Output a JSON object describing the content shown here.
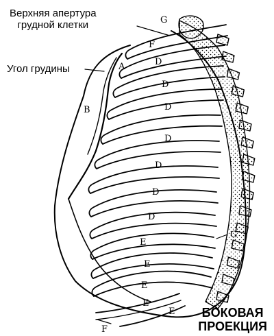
{
  "labels": {
    "upper_aperture": [
      "Верхняя апертура",
      "грудной клетки"
    ],
    "sternal_angle": "Угол грудины"
  },
  "letters": {
    "A": "A",
    "B": "B",
    "D": "D",
    "E": "E",
    "F": "F",
    "G": "G"
  },
  "view_title": [
    "БОКОВАЯ",
    "ПРОЕКЦИЯ"
  ],
  "colors": {
    "ink": "#000000",
    "paper": "#ffffff"
  }
}
